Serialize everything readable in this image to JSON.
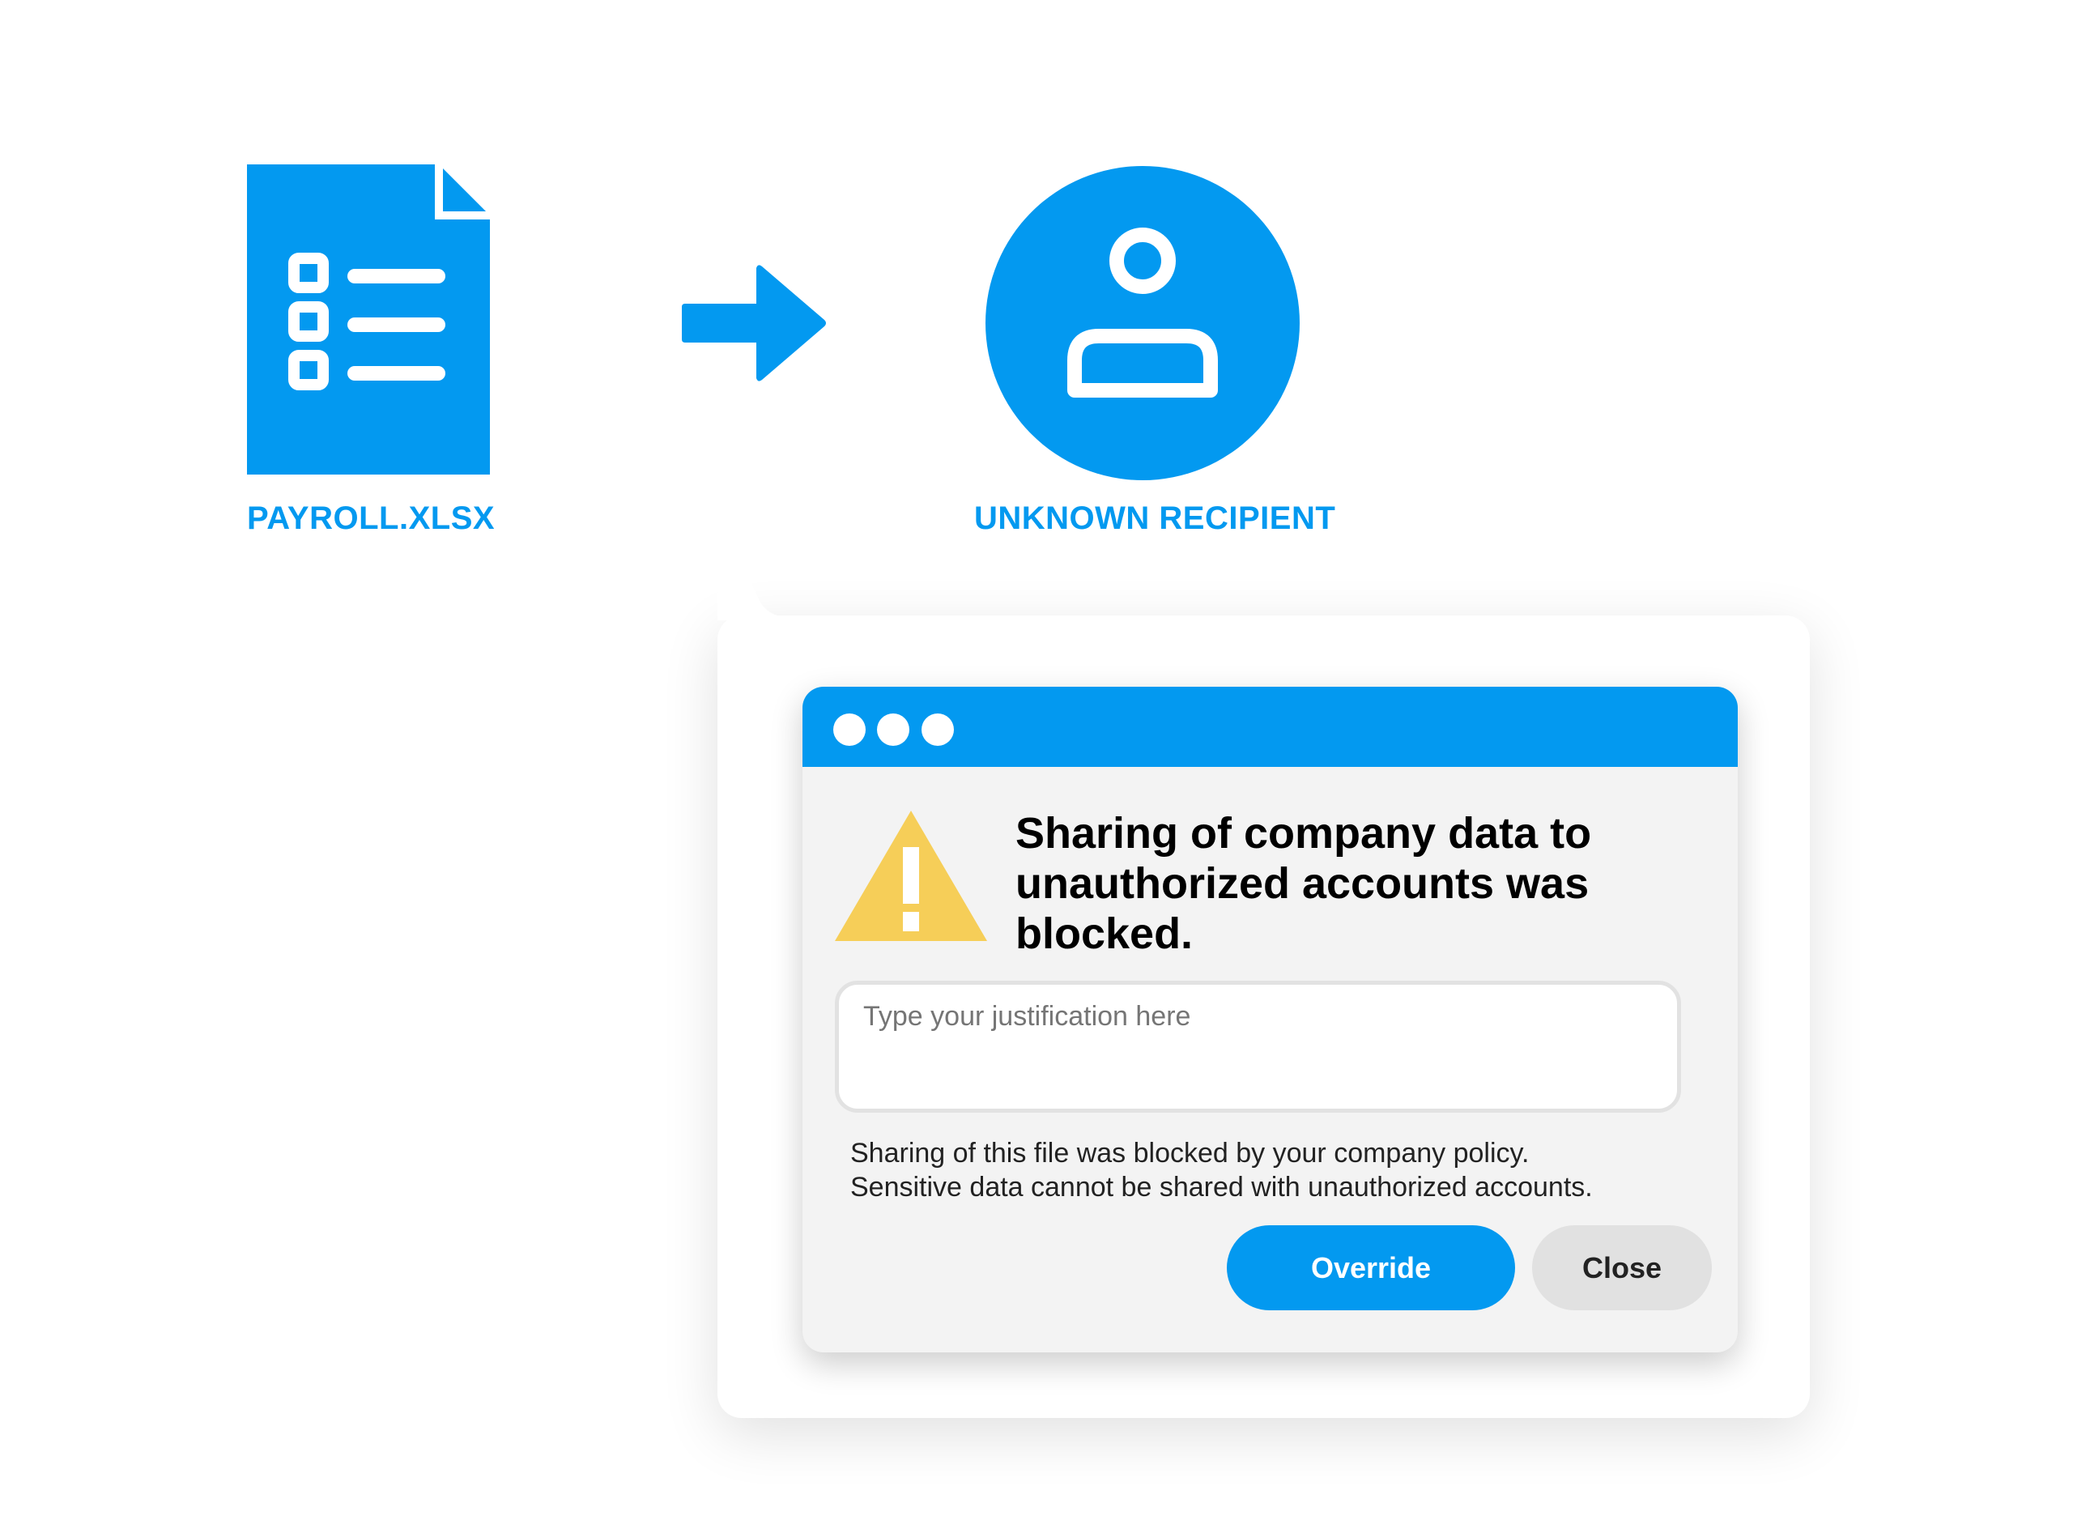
{
  "file": {
    "name": "PAYROLL.XLSX",
    "icon": "spreadsheet-document-icon"
  },
  "arrow": {
    "icon": "arrow-right-icon"
  },
  "recipient": {
    "name": "UNKNOWN RECIPIENT",
    "icon": "user-icon"
  },
  "dialog": {
    "title": "Sharing of company data to unauthorized accounts was blocked.",
    "warning_icon": "warning-triangle-icon",
    "justification": {
      "placeholder": "Type your justification here",
      "value": ""
    },
    "description_line1": "Sharing of this file was blocked by your company policy.",
    "description_line2": "Sensitive data cannot be shared with unauthorized accounts.",
    "override_label": "Override",
    "close_label": "Close"
  },
  "colors": {
    "accent": "#0399f0",
    "warning": "#f6ce58",
    "dialog_bg": "#f3f3f3"
  }
}
